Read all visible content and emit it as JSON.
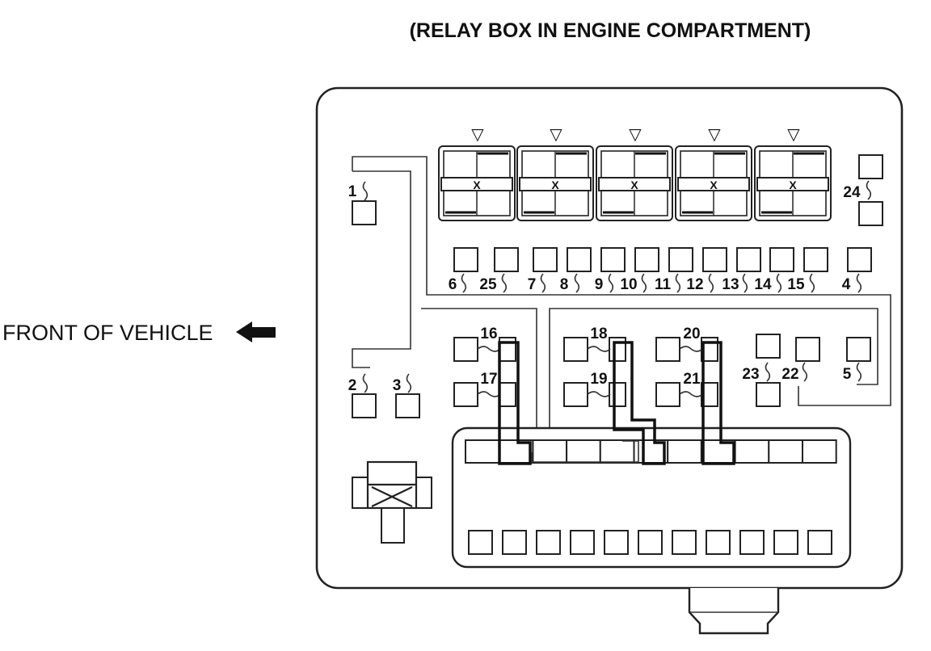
{
  "title": "(RELAY BOX IN ENGINE COMPARTMENT)",
  "front_label": "FRONT OF VEHICLE",
  "terminals": {
    "t1": "1",
    "t2": "2",
    "t3": "3",
    "t4": "4",
    "t5": "5",
    "t6": "6",
    "t7": "7",
    "t8": "8",
    "t9": "9",
    "t10": "10",
    "t11": "11",
    "t12": "12",
    "t13": "13",
    "t14": "14",
    "t15": "15",
    "t16": "16",
    "t17": "17",
    "t18": "18",
    "t19": "19",
    "t20": "20",
    "t21": "21",
    "t22": "22",
    "t23": "23",
    "t24": "24",
    "t25": "25"
  },
  "relay_marker": "▽",
  "relay_cross": "X"
}
